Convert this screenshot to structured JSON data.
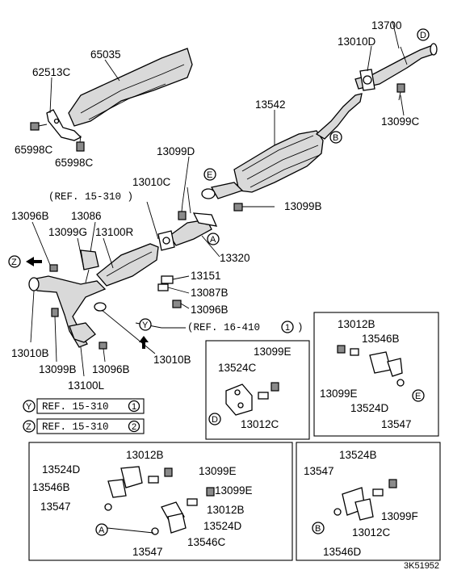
{
  "labels": {
    "p13700": "13700",
    "p13010D": "13010D",
    "p65035": "65035",
    "p62513C": "62513C",
    "p13542": "13542",
    "p13099C": "13099C",
    "p65998C_a": "65998C",
    "p65998C_b": "65998C",
    "p13099D": "13099D",
    "p13010C": "13010C",
    "p13099B_top": "13099B",
    "p13096B_l": "13096B",
    "p13086": "13086",
    "p13099G": "13099G",
    "p13100R": "13100R",
    "p13320": "13320",
    "p13151": "13151",
    "p13087B": "13087B",
    "p13096B_r": "13096B",
    "p13010B_l": "13010B",
    "p13099B_l": "13099B",
    "p13096B_b": "13096B",
    "p13010B_r": "13010B",
    "p13100L": "13100L",
    "b1_13099E": "13099E",
    "b1_13524C": "13524C",
    "b1_13012C": "13012C",
    "b2_13012B": "13012B",
    "b2_13546B": "13546B",
    "b2_13099E": "13099E",
    "b2_13524D": "13524D",
    "b2_13547": "13547",
    "b3_13012B": "13012B",
    "b3_13524D": "13524D",
    "b3_13099E_a": "13099E",
    "b3_13546B": "13546B",
    "b3_13099E_b": "13099E",
    "b3_13547_a": "13547",
    "b3_13012B_b": "13012B",
    "b3_13524D_b": "13524D",
    "b3_13547_b": "13547",
    "b3_13546C": "13546C",
    "b4_13524B": "13524B",
    "b4_13547": "13547",
    "b4_13099F": "13099F",
    "b4_13012C": "13012C",
    "b4_13546D": "13546D",
    "diagram_code": "3K51952"
  },
  "refs": {
    "ref_top": "(REF. 15-310 )",
    "ref_mid": "(REF. 16-410",
    "ref_mid_num": "1",
    "ref_mid_close": ")",
    "ref_y_text": "REF. 15-310",
    "ref_y_num": "1",
    "ref_z_text": "REF. 15-310",
    "ref_z_num": "2"
  },
  "callouts": {
    "A": "A",
    "B": "B",
    "D": "D",
    "E": "E",
    "Y": "Y",
    "Z": "Z"
  }
}
